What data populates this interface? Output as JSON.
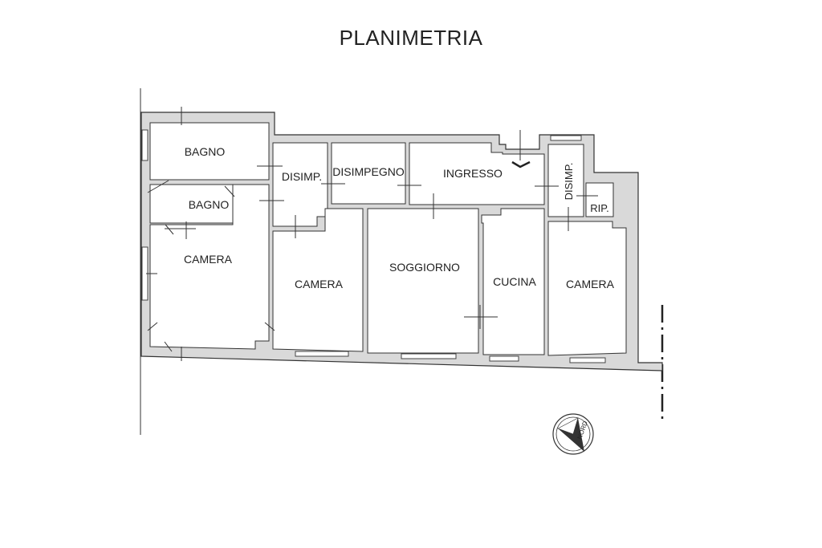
{
  "title": "PLANIMETRIA",
  "rooms": {
    "bagno_top": "BAGNO",
    "bagno_small": "BAGNO",
    "camera_left": "CAMERA",
    "disimp_left": "DISIMP.",
    "disimpegno": "DISIMPEGNO",
    "ingresso": "INGRESSO",
    "camera_mid": "CAMERA",
    "soggiorno": "SOGGIORNO",
    "cucina": "CUCINA",
    "disimp_right": "DISIMP.",
    "rip": "RIP.",
    "camera_right": "CAMERA"
  },
  "compass": {
    "label": "NORD"
  },
  "colors": {
    "wall": "#d9d9d9",
    "line": "#333333",
    "paper": "#ffffff"
  }
}
